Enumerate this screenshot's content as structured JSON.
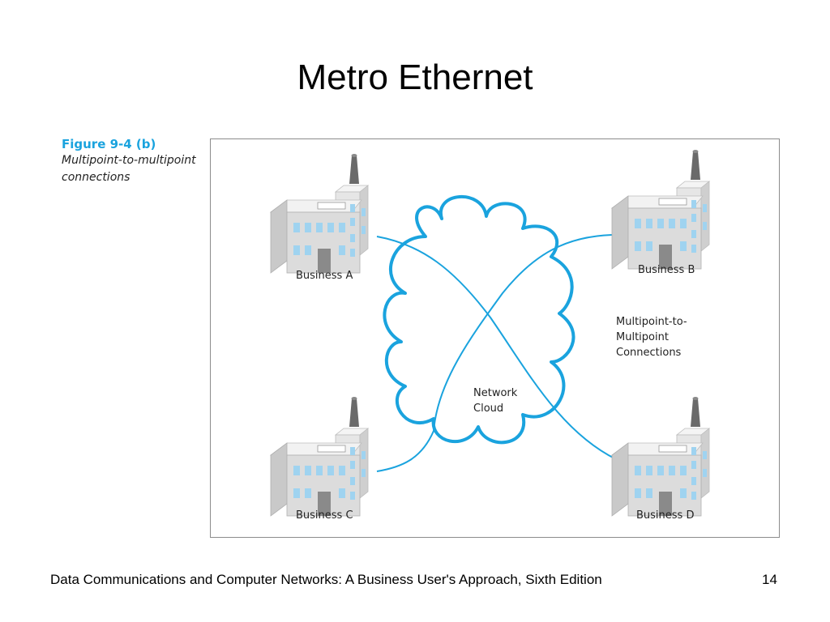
{
  "slide": {
    "title": "Metro Ethernet",
    "footer": "Data Communications and Computer Networks: A Business User's Approach, Sixth Edition",
    "page_number": "14"
  },
  "figure": {
    "number": "Figure 9-4 (b)",
    "caption": "Multipoint-to-multipoint connections"
  },
  "diagram": {
    "businesses": [
      {
        "label": "Business A"
      },
      {
        "label": "Business B"
      },
      {
        "label": "Business C"
      },
      {
        "label": "Business D"
      }
    ],
    "cloud_label_line1": "Network",
    "cloud_label_line2": "Cloud",
    "connections_label_line1": "Multipoint-to-",
    "connections_label_line2": "Multipoint",
    "connections_label_line3": "Connections",
    "colors": {
      "cloud": "#1aa3de",
      "link": "#1aa3de",
      "building": "#dcdcdc",
      "window": "#9fd3f0",
      "door": "#8a8a8a",
      "chimney": "#6a6a6a"
    }
  }
}
